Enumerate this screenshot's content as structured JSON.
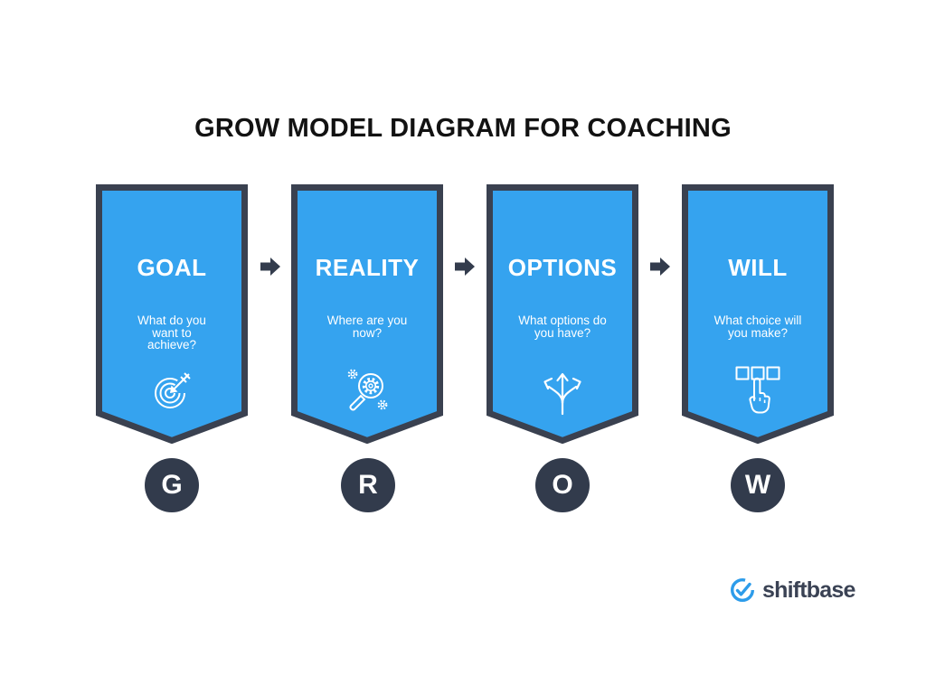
{
  "page": {
    "title": "GROW MODEL DIAGRAM FOR COACHING"
  },
  "colors": {
    "banner_fill": "#35A3EF",
    "banner_border": "#3A4150",
    "badge_fill": "#323B4C",
    "arrow": "#333C4D",
    "title_text": "#121212",
    "banner_text": "#FFFFFF",
    "logo_blue": "#2D9CEA",
    "logo_text": "#3A4254"
  },
  "steps": [
    {
      "letter": "G",
      "title": "GOAL",
      "subtitle": "What do you\nwant to\nachieve?",
      "icon": "target-dart-icon"
    },
    {
      "letter": "R",
      "title": "REALITY",
      "subtitle": "Where are you\nnow?",
      "icon": "magnifier-gears-icon"
    },
    {
      "letter": "O",
      "title": "OPTIONS",
      "subtitle": "What options do\nyou have?",
      "icon": "branching-arrows-icon"
    },
    {
      "letter": "W",
      "title": "WILL",
      "subtitle": "What choice will\nyou make?",
      "icon": "choice-click-hand-icon"
    }
  ],
  "logo": {
    "text": "shiftbase",
    "icon": "check-circle-icon"
  }
}
